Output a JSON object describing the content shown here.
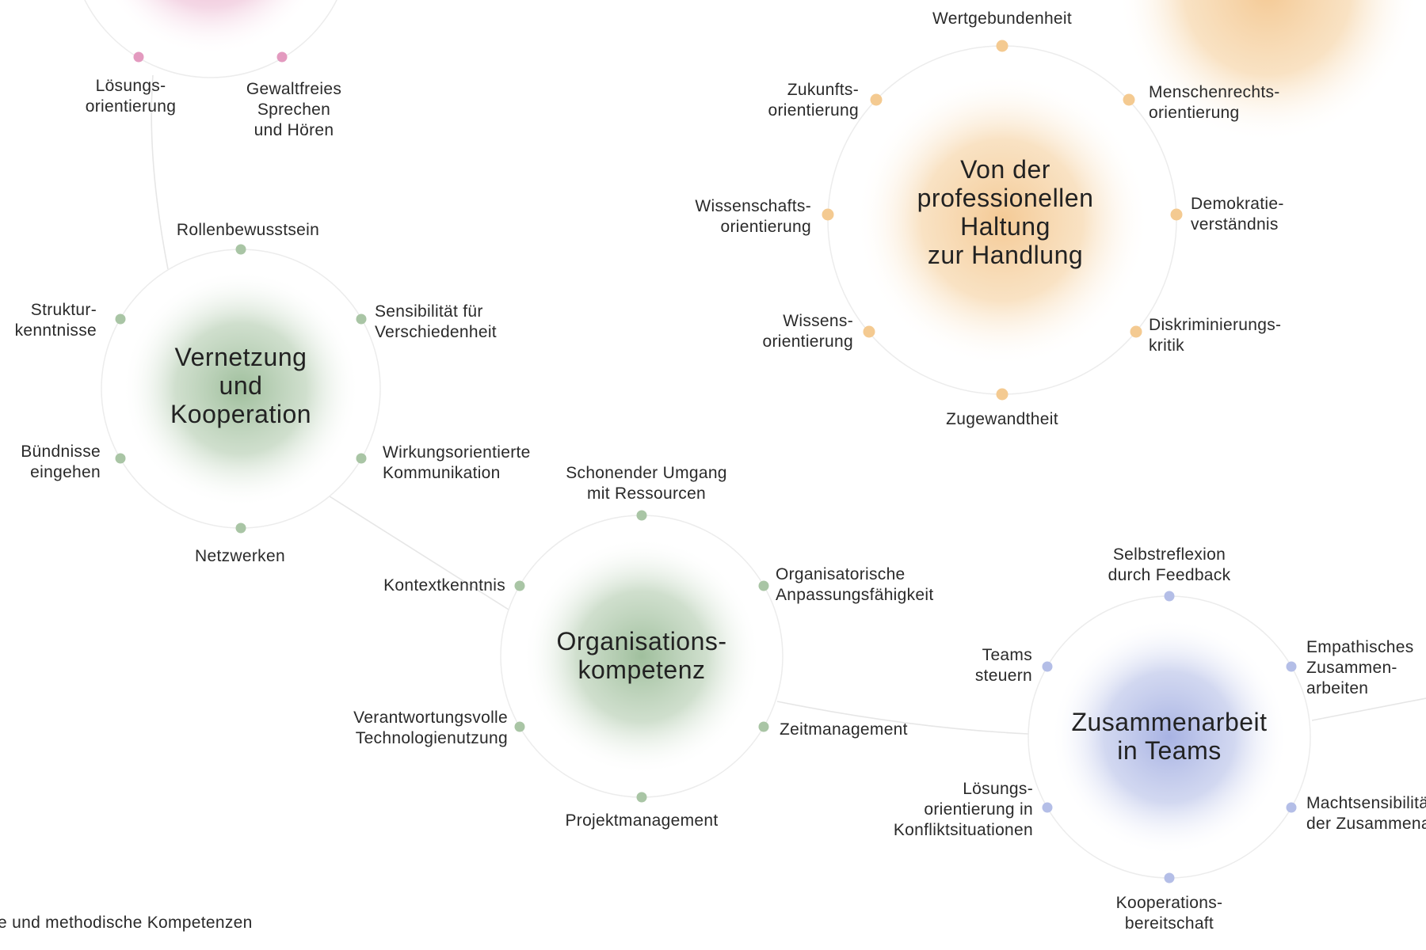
{
  "colors": {
    "pink": "#e39abf",
    "green": "#a9c5a5",
    "orange": "#f4ca91",
    "blue": "#b4bee7"
  },
  "clusters": {
    "pink": {
      "labels": [
        "Lösungs-\norientierung",
        "Gewaltfreies\nSprechen\nund Hören"
      ]
    },
    "vernetzung": {
      "title": "Vernetzung\nund\nKooperation",
      "labels": [
        "Rollenbewusstsein",
        "Sensibilität für\nVerschiedenheit",
        "Wirkungsorientierte\nKommunikation",
        "Netzwerken",
        "Bündnisse\neingehen",
        "Struktur-\nkenntnisse"
      ]
    },
    "haltung": {
      "title": "Von der\nprofessionellen\nHaltung\nzur Handlung",
      "labels": [
        "Wertgebundenheit",
        "Menschenrechts-\norientierung",
        "Demokratie-\nverständnis",
        "Diskriminierungs-\nkritik",
        "Zugewandtheit",
        "Wissens-\norientierung",
        "Wissenschafts-\norientierung",
        "Zukunfts-\norientierung"
      ]
    },
    "organisation": {
      "title": "Organisations-\nkompetenz",
      "labels": [
        "Schonender Umgang\nmit Ressourcen",
        "Organisatorische\nAnpassungsfähigkeit",
        "Zeitmanagement",
        "Projektmanagement",
        "Verantwortungsvolle\nTechnologienutzung",
        "Kontextkenntnis"
      ]
    },
    "teams": {
      "title": "Zusammenarbeit\nin Teams",
      "labels": [
        "Selbstreflexion\ndurch Feedback",
        "Empathisches\nZusammen-\narbeiten",
        "Machtsensibilität in\nder Zusammenarbeit",
        "Kooperations-\nbereitschaft",
        "Lösungs-\norientierung in\nKonfliktsituationen",
        "Teams\nsteuern"
      ]
    }
  },
  "footer_label": "e und methodische Kompetenzen"
}
